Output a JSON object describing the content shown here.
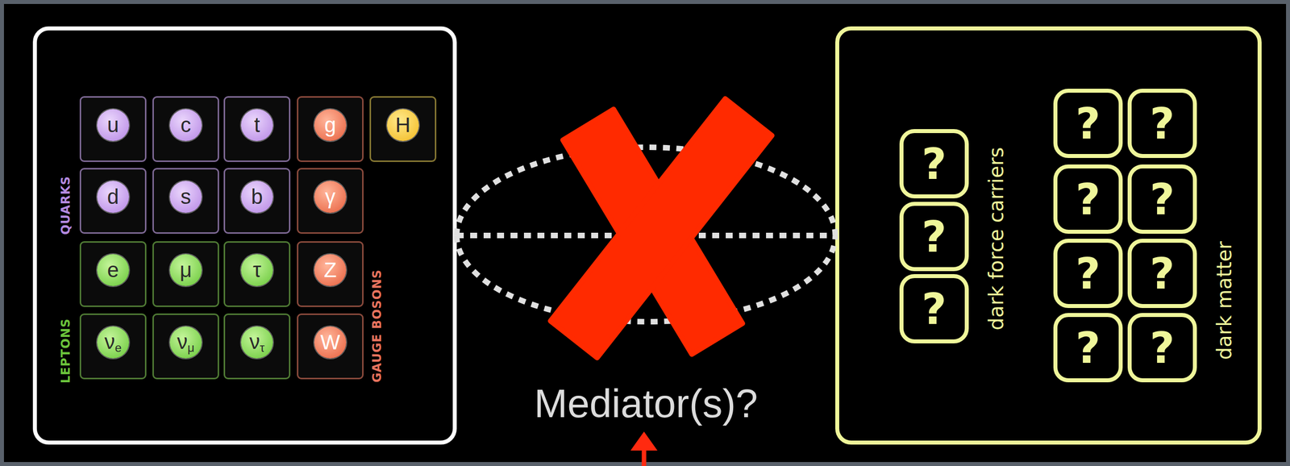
{
  "diagram": {
    "nodes": [
      {
        "text": [
          "QUARKS",
          "LEPTONS",
          "GAUGE BOSONS"
        ]
      },
      {
        "text": [
          "u"
        ],
        "in": 0
      },
      {
        "text": [
          "c"
        ],
        "in": 0
      },
      {
        "text": [
          "t"
        ],
        "in": 0
      },
      {
        "text": [
          "g"
        ],
        "in": 0
      },
      {
        "text": [
          "H"
        ],
        "in": 0
      },
      {
        "text": [
          "d"
        ],
        "in": 0
      },
      {
        "text": [
          "s"
        ],
        "in": 0
      },
      {
        "text": [
          "b"
        ],
        "in": 0
      },
      {
        "text": [
          "γ"
        ],
        "in": 0
      },
      {
        "text": [
          "e"
        ],
        "in": 0
      },
      {
        "text": [
          "μ"
        ],
        "in": 0
      },
      {
        "text": [
          "τ"
        ],
        "in": 0
      },
      {
        "text": [
          "Z"
        ],
        "in": 0
      },
      {
        "text": [
          "νe"
        ],
        "in": 0
      },
      {
        "text": [
          "νμ"
        ],
        "in": 0
      },
      {
        "text": [
          "ντ"
        ],
        "in": 0
      },
      {
        "text": [
          "W"
        ],
        "in": 0
      },
      {
        "text": [
          "dark force carriers",
          "dark matter"
        ]
      },
      {
        "text": [
          "?"
        ],
        "in": 18
      },
      {
        "text": [
          "?"
        ],
        "in": 18
      },
      {
        "text": [
          "?"
        ],
        "in": 18
      },
      {
        "text": [
          "?"
        ],
        "in": 18
      },
      {
        "text": [
          "?"
        ],
        "in": 18
      },
      {
        "text": [
          "?"
        ],
        "in": 18
      },
      {
        "text": [
          "?"
        ],
        "in": 18
      },
      {
        "text": [
          "?"
        ],
        "in": 18
      },
      {
        "text": [
          "?"
        ],
        "in": 18
      },
      {
        "text": [
          "?"
        ],
        "in": 18
      },
      {
        "text": [
          "?"
        ],
        "in": 18
      }
    ],
    "edges": [
      {
        "from": 0,
        "to": 18,
        "arrow": "none"
      },
      {
        "from": 0,
        "to": 18,
        "arrow": "none"
      },
      {
        "from": 0,
        "to": 18,
        "arrow": "none"
      }
    ],
    "labels": [
      "Mediator(s)?"
    ]
  }
}
